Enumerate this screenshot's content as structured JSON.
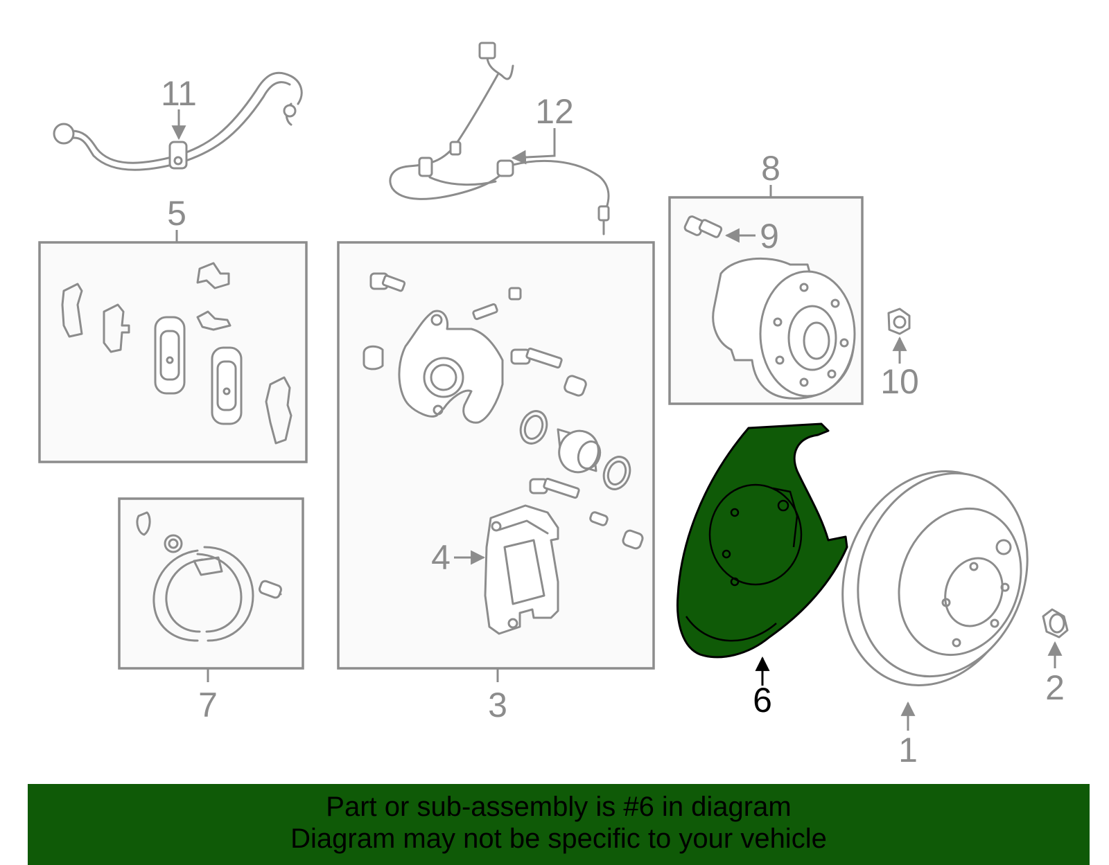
{
  "callouts": {
    "c1": "1",
    "c2": "2",
    "c3": "3",
    "c4": "4",
    "c5": "5",
    "c6": "6",
    "c7": "7",
    "c8": "8",
    "c9": "9",
    "c10": "10",
    "c11": "11",
    "c12": "12"
  },
  "highlight": {
    "part": "6",
    "color": "#0f5a07"
  },
  "banner": {
    "line1": "Part or sub-assembly is #6 in diagram",
    "line2": "Diagram may not be specific to your vehicle",
    "color": "#0f5a07"
  }
}
